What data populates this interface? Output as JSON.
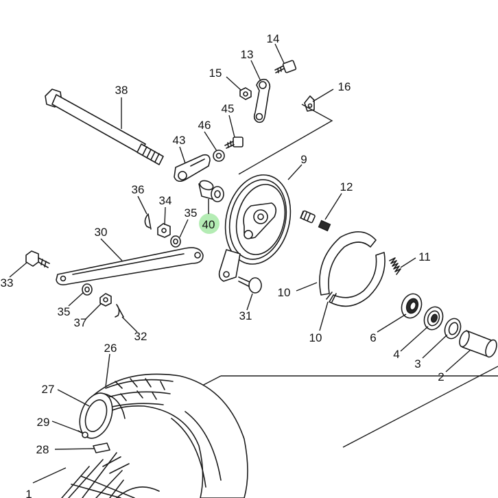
{
  "callouts": [
    {
      "id": "c14",
      "label": "14"
    },
    {
      "id": "c13",
      "label": "13"
    },
    {
      "id": "c15",
      "label": "15"
    },
    {
      "id": "c16",
      "label": "16"
    },
    {
      "id": "c38",
      "label": "38"
    },
    {
      "id": "c45",
      "label": "45"
    },
    {
      "id": "c46",
      "label": "46"
    },
    {
      "id": "c43",
      "label": "43"
    },
    {
      "id": "c9",
      "label": "9"
    },
    {
      "id": "c36",
      "label": "36"
    },
    {
      "id": "c34",
      "label": "34"
    },
    {
      "id": "c12",
      "label": "12"
    },
    {
      "id": "c35a",
      "label": "35"
    },
    {
      "id": "c40",
      "label": "40"
    },
    {
      "id": "c30",
      "label": "30"
    },
    {
      "id": "c11",
      "label": "11"
    },
    {
      "id": "c33",
      "label": "33"
    },
    {
      "id": "c10a",
      "label": "10"
    },
    {
      "id": "c35b",
      "label": "35"
    },
    {
      "id": "c31",
      "label": "31"
    },
    {
      "id": "c6",
      "label": "6"
    },
    {
      "id": "c37",
      "label": "37"
    },
    {
      "id": "c10b",
      "label": "10"
    },
    {
      "id": "c32",
      "label": "32"
    },
    {
      "id": "c4",
      "label": "4"
    },
    {
      "id": "c3",
      "label": "3"
    },
    {
      "id": "c2",
      "label": "2"
    },
    {
      "id": "c26",
      "label": "26"
    },
    {
      "id": "c27",
      "label": "27"
    },
    {
      "id": "c29",
      "label": "29"
    },
    {
      "id": "c28",
      "label": "28"
    },
    {
      "id": "c1",
      "label": "1"
    }
  ],
  "highlight": {
    "label": "40",
    "color": "#9be59b"
  }
}
